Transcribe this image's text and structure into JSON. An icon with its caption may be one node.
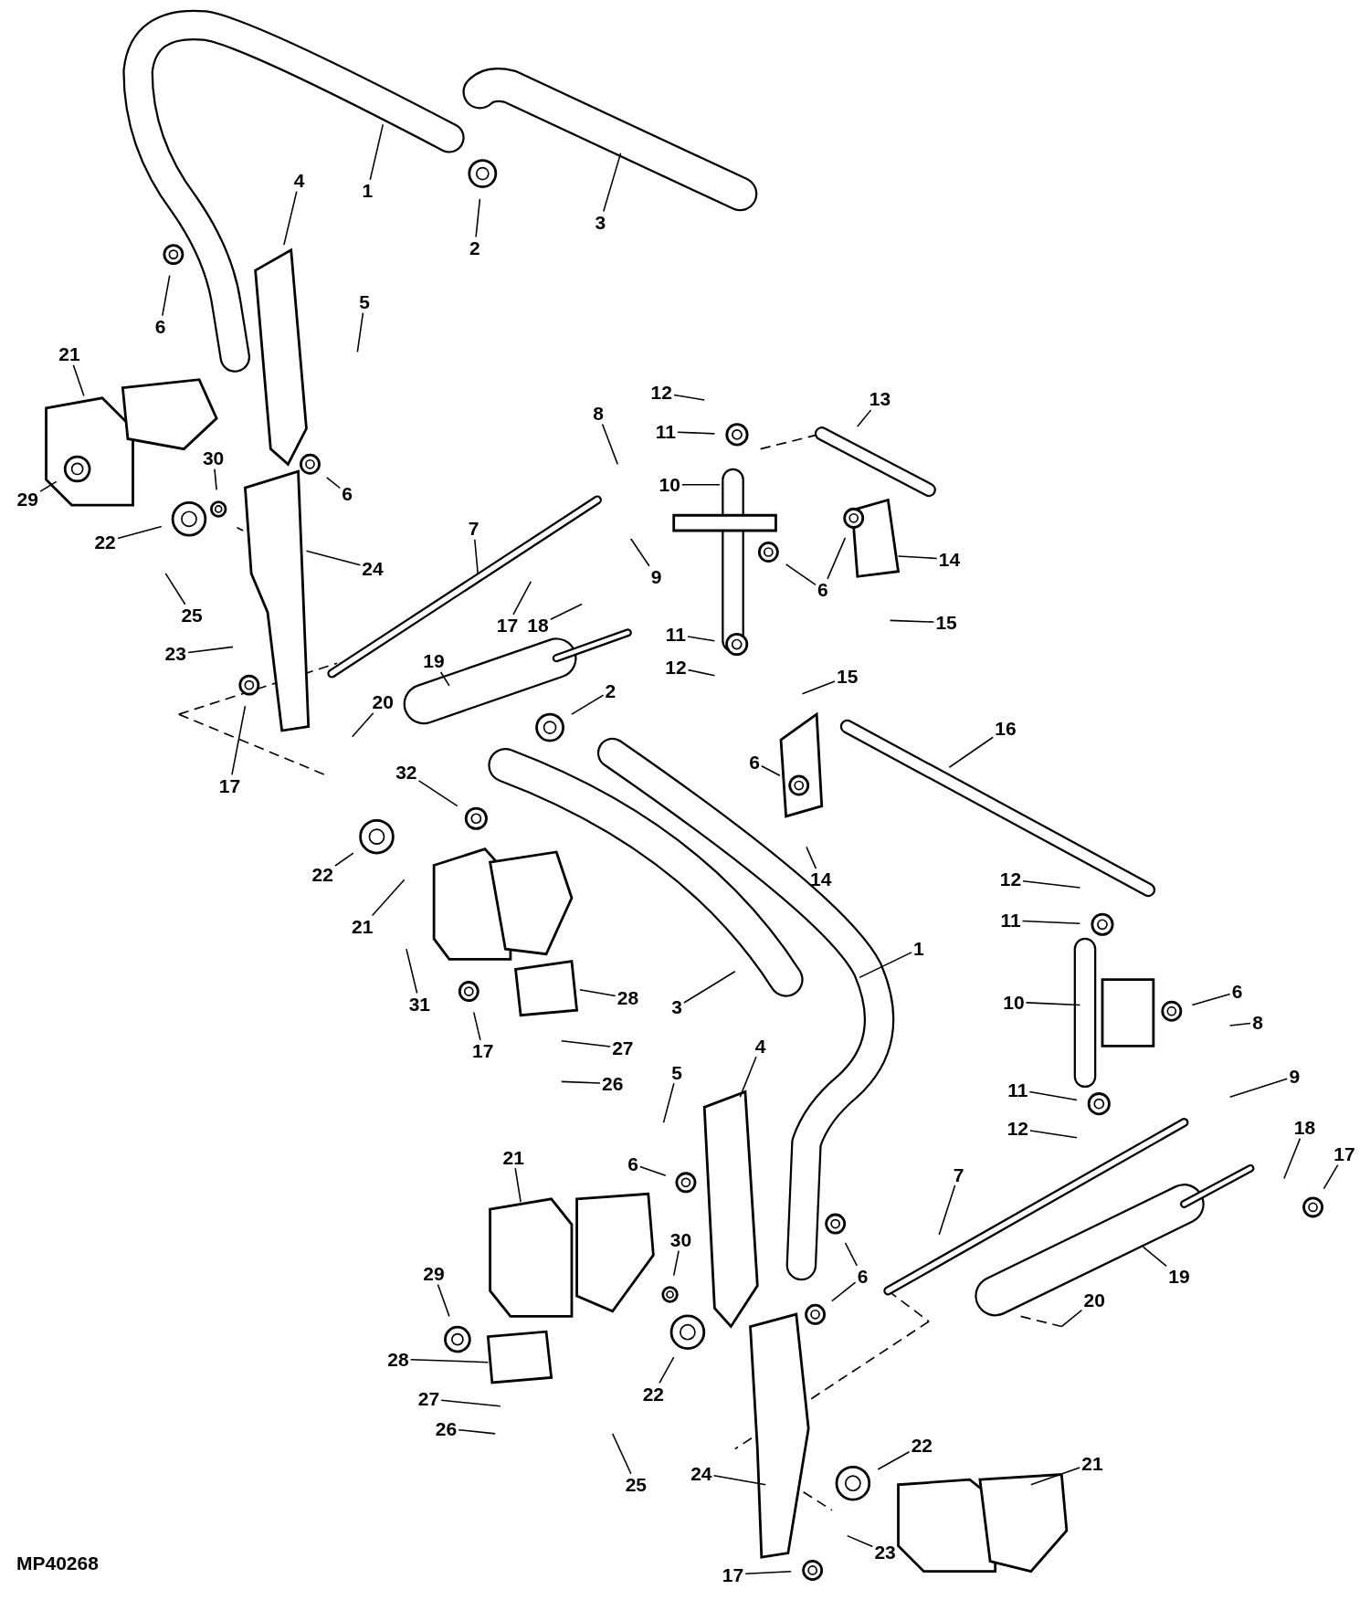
{
  "diagram": {
    "nodes": [
      {
        "text": [
          "1"
        ]
      },
      {
        "text": [
          "2"
        ]
      },
      {
        "text": [
          "3"
        ]
      },
      {
        "text": [
          "4"
        ]
      },
      {
        "text": [
          "5"
        ]
      },
      {
        "text": [
          "6"
        ]
      },
      {
        "text": [
          "21"
        ]
      },
      {
        "text": [
          "29"
        ]
      },
      {
        "text": [
          "30"
        ]
      },
      {
        "text": [
          "6"
        ]
      },
      {
        "text": [
          "22"
        ]
      },
      {
        "text": [
          "24"
        ]
      },
      {
        "text": [
          "7"
        ]
      },
      {
        "text": [
          "25"
        ]
      },
      {
        "text": [
          "17"
        ]
      },
      {
        "text": [
          "18"
        ]
      },
      {
        "text": [
          "23"
        ]
      },
      {
        "text": [
          "19"
        ]
      },
      {
        "text": [
          "20"
        ]
      },
      {
        "text": [
          "17"
        ]
      },
      {
        "text": [
          "12"
        ]
      },
      {
        "text": [
          "13"
        ]
      },
      {
        "text": [
          "8"
        ]
      },
      {
        "text": [
          "11"
        ]
      },
      {
        "text": [
          "10"
        ]
      },
      {
        "text": [
          "9"
        ]
      },
      {
        "text": [
          "14"
        ]
      },
      {
        "text": [
          "6"
        ]
      },
      {
        "text": [
          "15"
        ]
      },
      {
        "text": [
          "11"
        ]
      },
      {
        "text": [
          "12"
        ]
      },
      {
        "text": [
          "15"
        ]
      },
      {
        "text": [
          "2"
        ]
      },
      {
        "text": [
          "16"
        ]
      },
      {
        "text": [
          "6"
        ]
      },
      {
        "text": [
          "32"
        ]
      },
      {
        "text": [
          "14"
        ]
      },
      {
        "text": [
          "22"
        ]
      },
      {
        "text": [
          "12"
        ]
      },
      {
        "text": [
          "21"
        ]
      },
      {
        "text": [
          "11"
        ]
      },
      {
        "text": [
          "1"
        ]
      },
      {
        "text": [
          "31"
        ]
      },
      {
        "text": [
          "28"
        ]
      },
      {
        "text": [
          "3"
        ]
      },
      {
        "text": [
          "10"
        ]
      },
      {
        "text": [
          "6"
        ]
      },
      {
        "text": [
          "8"
        ]
      },
      {
        "text": [
          "4"
        ]
      },
      {
        "text": [
          "17"
        ]
      },
      {
        "text": [
          "27"
        ]
      },
      {
        "text": [
          "5"
        ]
      },
      {
        "text": [
          "9"
        ]
      },
      {
        "text": [
          "26"
        ]
      },
      {
        "text": [
          "11"
        ]
      },
      {
        "text": [
          "18"
        ]
      },
      {
        "text": [
          "12"
        ]
      },
      {
        "text": [
          "17"
        ]
      },
      {
        "text": [
          "21"
        ]
      },
      {
        "text": [
          "6"
        ]
      },
      {
        "text": [
          "7"
        ]
      },
      {
        "text": [
          "30"
        ]
      },
      {
        "text": [
          "29"
        ]
      },
      {
        "text": [
          "6"
        ]
      },
      {
        "text": [
          "19"
        ]
      },
      {
        "text": [
          "20"
        ]
      },
      {
        "text": [
          "28"
        ]
      },
      {
        "text": [
          "22"
        ]
      },
      {
        "text": [
          "27"
        ]
      },
      {
        "text": [
          "26"
        ]
      },
      {
        "text": [
          "22"
        ]
      },
      {
        "text": [
          "21"
        ]
      },
      {
        "text": [
          "24"
        ]
      },
      {
        "text": [
          "25"
        ]
      },
      {
        "text": [
          "23"
        ]
      },
      {
        "text": [
          "17"
        ]
      }
    ],
    "edges": [
      {
        "from": 0,
        "to": null,
        "arrow": "none"
      },
      {
        "from": 1,
        "to": null,
        "arrow": "none"
      },
      {
        "from": 2,
        "to": null,
        "arrow": "none"
      },
      {
        "from": 3,
        "to": null,
        "arrow": "none"
      },
      {
        "from": 4,
        "to": null,
        "arrow": "none"
      },
      {
        "from": 5,
        "to": null,
        "arrow": "none"
      },
      {
        "from": 6,
        "to": null,
        "arrow": "none"
      },
      {
        "from": 7,
        "to": null,
        "arrow": "none"
      },
      {
        "from": 8,
        "to": null,
        "arrow": "none"
      },
      {
        "from": 9,
        "to": null,
        "arrow": "none"
      },
      {
        "from": 10,
        "to": null,
        "arrow": "none"
      },
      {
        "from": 11,
        "to": null,
        "arrow": "none"
      },
      {
        "from": 12,
        "to": null,
        "arrow": "none"
      },
      {
        "from": 13,
        "to": null,
        "arrow": "none"
      },
      {
        "from": 14,
        "to": null,
        "arrow": "none"
      },
      {
        "from": 15,
        "to": null,
        "arrow": "none"
      },
      {
        "from": 16,
        "to": null,
        "arrow": "none"
      },
      {
        "from": 17,
        "to": null,
        "arrow": "none"
      },
      {
        "from": 18,
        "to": null,
        "arrow": "none"
      },
      {
        "from": 19,
        "to": null,
        "arrow": "none"
      },
      {
        "from": 20,
        "to": null,
        "arrow": "none"
      },
      {
        "from": 21,
        "to": null,
        "arrow": "none"
      },
      {
        "from": 22,
        "to": null,
        "arrow": "none"
      },
      {
        "from": 23,
        "to": null,
        "arrow": "none"
      },
      {
        "from": 24,
        "to": null,
        "arrow": "none"
      },
      {
        "from": 25,
        "to": null,
        "arrow": "none"
      },
      {
        "from": 26,
        "to": null,
        "arrow": "none"
      },
      {
        "from": 27,
        "to": null,
        "arrow": "none"
      },
      {
        "from": 27,
        "to": null,
        "arrow": "none"
      },
      {
        "from": 28,
        "to": null,
        "arrow": "none"
      },
      {
        "from": 29,
        "to": null,
        "arrow": "none"
      },
      {
        "from": 30,
        "to": null,
        "arrow": "none"
      },
      {
        "from": 31,
        "to": null,
        "arrow": "none"
      },
      {
        "from": 32,
        "to": null,
        "arrow": "none"
      },
      {
        "from": 33,
        "to": null,
        "arrow": "none"
      },
      {
        "from": 34,
        "to": null,
        "arrow": "none"
      },
      {
        "from": 35,
        "to": null,
        "arrow": "none"
      },
      {
        "from": 36,
        "to": null,
        "arrow": "none"
      },
      {
        "from": 37,
        "to": null,
        "arrow": "none"
      },
      {
        "from": 38,
        "to": null,
        "arrow": "none"
      },
      {
        "from": 39,
        "to": null,
        "arrow": "none"
      },
      {
        "from": 40,
        "to": null,
        "arrow": "none"
      },
      {
        "from": 41,
        "to": null,
        "arrow": "none"
      },
      {
        "from": 42,
        "to": null,
        "arrow": "none"
      },
      {
        "from": 43,
        "to": null,
        "arrow": "none"
      },
      {
        "from": 44,
        "to": null,
        "arrow": "none"
      },
      {
        "from": 45,
        "to": null,
        "arrow": "none"
      },
      {
        "from": 46,
        "to": null,
        "arrow": "none"
      },
      {
        "from": 47,
        "to": null,
        "arrow": "none"
      },
      {
        "from": 48,
        "to": null,
        "arrow": "none"
      },
      {
        "from": 49,
        "to": null,
        "arrow": "none"
      },
      {
        "from": 50,
        "to": null,
        "arrow": "none"
      },
      {
        "from": 51,
        "to": null,
        "arrow": "none"
      },
      {
        "from": 52,
        "to": null,
        "arrow": "none"
      },
      {
        "from": 53,
        "to": null,
        "arrow": "none"
      },
      {
        "from": 54,
        "to": null,
        "arrow": "none"
      },
      {
        "from": 55,
        "to": null,
        "arrow": "none"
      },
      {
        "from": 56,
        "to": null,
        "arrow": "none"
      },
      {
        "from": 57,
        "to": null,
        "arrow": "none"
      },
      {
        "from": 58,
        "to": null,
        "arrow": "none"
      },
      {
        "from": 59,
        "to": null,
        "arrow": "none"
      },
      {
        "from": 60,
        "to": null,
        "arrow": "none"
      },
      {
        "from": 61,
        "to": null,
        "arrow": "none"
      },
      {
        "from": 62,
        "to": null,
        "arrow": "none"
      },
      {
        "from": 63,
        "to": null,
        "arrow": "none"
      },
      {
        "from": 63,
        "to": null,
        "arrow": "none"
      },
      {
        "from": 64,
        "to": null,
        "arrow": "none"
      },
      {
        "from": 65,
        "to": null,
        "arrow": "none"
      },
      {
        "from": 66,
        "to": null,
        "arrow": "none"
      },
      {
        "from": 67,
        "to": null,
        "arrow": "none"
      },
      {
        "from": 68,
        "to": null,
        "arrow": "none"
      },
      {
        "from": 69,
        "to": null,
        "arrow": "none"
      },
      {
        "from": 70,
        "to": null,
        "arrow": "none"
      },
      {
        "from": 71,
        "to": null,
        "arrow": "none"
      },
      {
        "from": 72,
        "to": null,
        "arrow": "none"
      },
      {
        "from": 73,
        "to": null,
        "arrow": "none"
      },
      {
        "from": 74,
        "to": null,
        "arrow": "none"
      },
      {
        "from": 75,
        "to": null,
        "arrow": "none"
      }
    ],
    "labels": [
      "MP40268"
    ]
  }
}
